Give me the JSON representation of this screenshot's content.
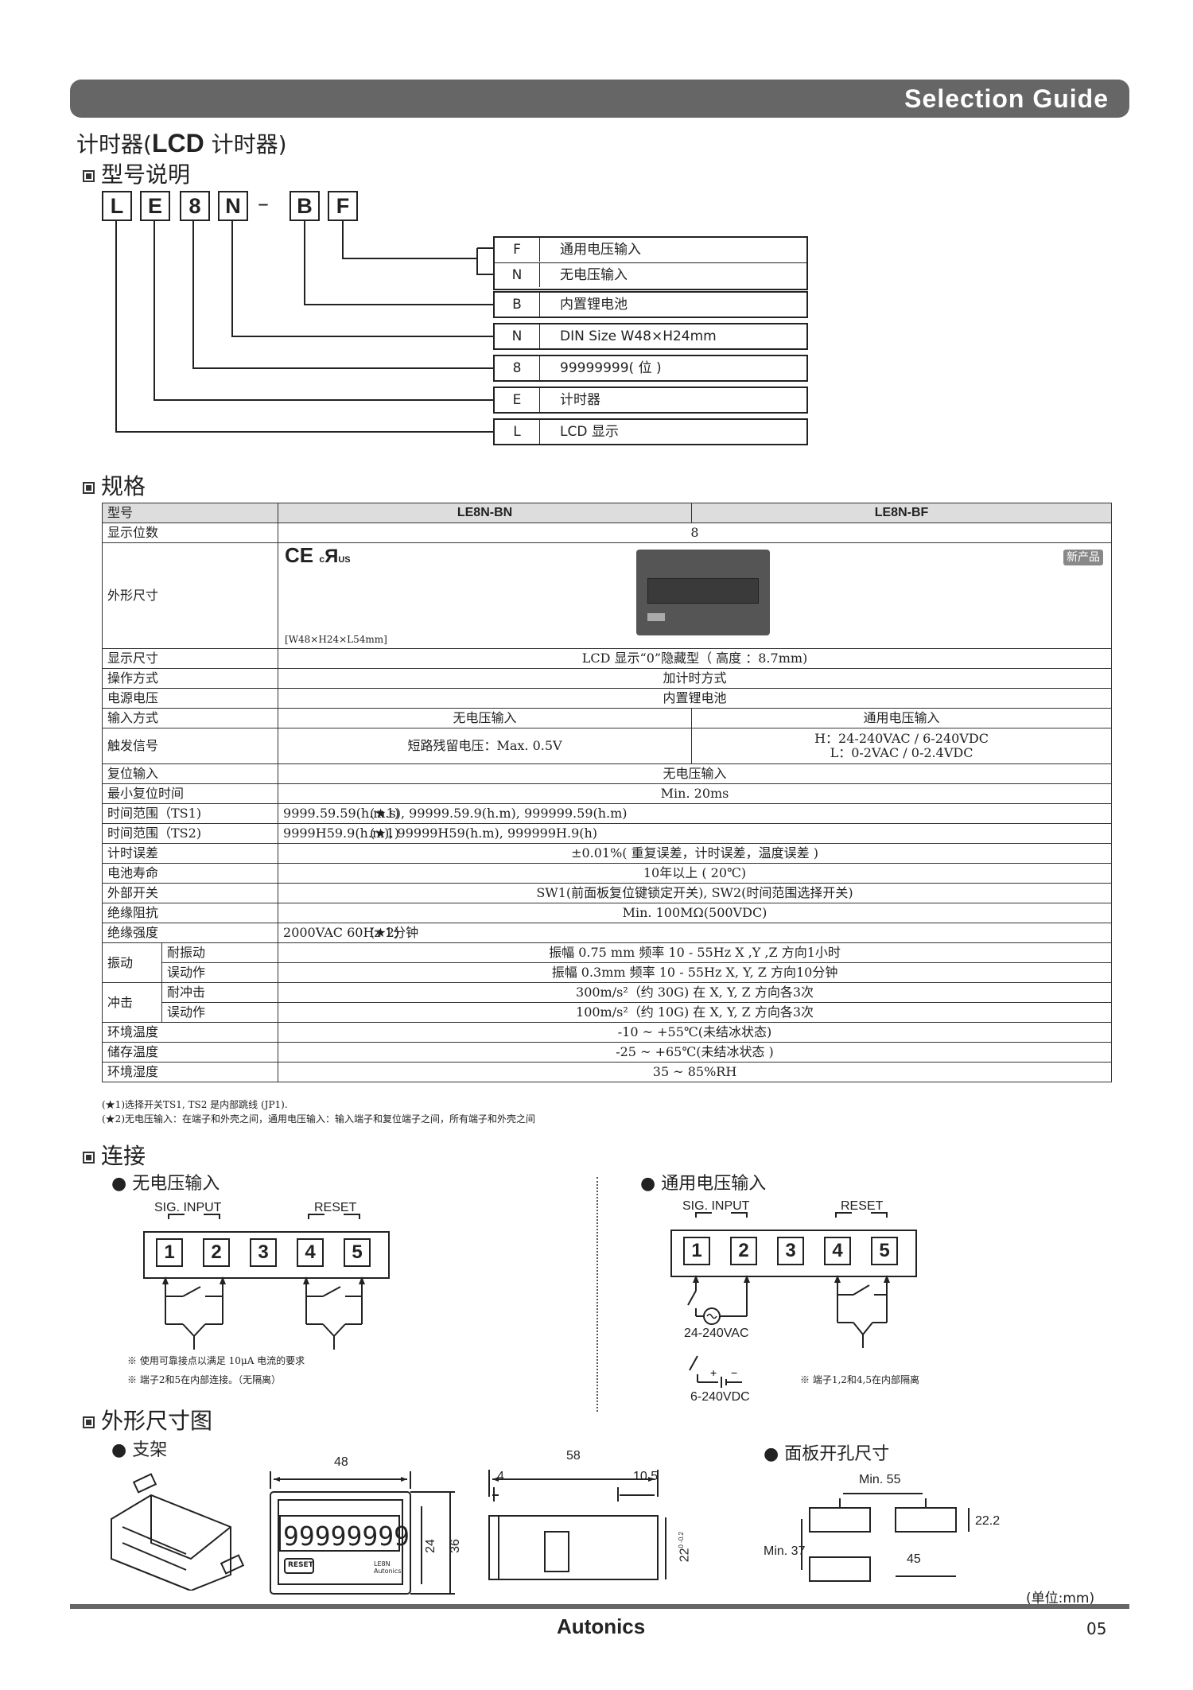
{
  "header": {
    "banner": "Selection Guide",
    "title_prefix": "计时器(",
    "title_bold": "LCD",
    "title_suffix": " 计时器)"
  },
  "model_section": {
    "heading": "型号说明",
    "code": [
      "L",
      "E",
      "8",
      "N",
      "B",
      "F"
    ],
    "dash": "–",
    "rows": [
      {
        "key": "F",
        "value": "通用电压输入"
      },
      {
        "key": "N",
        "value": "无电压输入"
      },
      {
        "key": "B",
        "value": "内置锂电池"
      },
      {
        "key": "N",
        "value": "DIN Size  W48×H24mm"
      },
      {
        "key": "8",
        "value": "99999999( 位 )"
      },
      {
        "key": "E",
        "value": "计时器"
      },
      {
        "key": "L",
        "value": "LCD 显示"
      }
    ]
  },
  "spec_section": {
    "heading": "规格",
    "col_model": "型号",
    "model_bn": "LE8N-BN",
    "model_bf": "LE8N-BF",
    "rows": {
      "digits_label": "显示位数",
      "digits": "8",
      "size_label": "外形尺寸",
      "cert_ce": "CE",
      "cert_ul": "c",
      "cert_ul2": "US",
      "dim_note": "[W48×H24×L54mm]",
      "new_badge": "新产品",
      "disp_size_label": "显示尺寸",
      "disp_size": "LCD 显示“0”隐藏型（ 高度 ：8.7mm)",
      "op_label": "操作方式",
      "op": "加计时方式",
      "power_label": "电源电压",
      "power": "内置锂电池",
      "input_label": "输入方式",
      "input_bn": "无电压输入",
      "input_bf": "通用电压输入",
      "trig_label": "触发信号",
      "trig_bn": "短路残留电压：Max. 0.5V",
      "trig_bf_h": "H：24-240VAC / 6-240VDC",
      "trig_bf_l": "L：0-2VAC / 0-2.4VDC",
      "reset_label": "复位输入",
      "reset": "无电压输入",
      "minreset_label": "最小复位时间",
      "minreset": "Min. 20ms",
      "ts1_label": "时间范围（TS1)",
      "ts1_mark": "(★1)",
      "ts1": "9999.59.59(h.m.s), 99999.59.9(h.m), 999999.59(h.m)",
      "ts2_label": "时间范围（TS2)",
      "ts2_mark": "(★1)",
      "ts2": "9999H59.9(h.m), 99999H59(h.m), 999999H.9(h)",
      "err_label": "计时误差",
      "err": "±0.01%( 重复误差，计时误差，温度误差 )",
      "batt_label": "电池寿命",
      "batt": "10年以上 ( 20℃)",
      "sw_label": "外部开关",
      "sw": "SW1(前面板复位键锁定开关), SW2(时间范围选择开关)",
      "ins_label": "绝缘阻抗",
      "ins": "Min. 100MΩ(500VDC)",
      "diel_label": "绝缘强度",
      "diel_mark": "(★2)",
      "diel": "2000VAC 60Hz 1分钟",
      "vib_label": "振动",
      "vib1_label": "耐振动",
      "vib1": "振幅 0.75 mm   频率 10 - 55Hz   X ,Y ,Z  方向1小时",
      "vib2_label": "误动作",
      "vib2": "振幅  0.3mm     频率 10 - 55Hz     X, Y, Z    方向10分钟",
      "shock_label": "冲击",
      "shock1_label": "耐冲击",
      "shock1": "300m/s²（约 30G)       在 X, Y, Z  方向各3次",
      "shock2_label": "误动作",
      "shock2": "100m/s²（约 10G)       在 X, Y, Z  方向各3次",
      "temp_label": "环境温度",
      "temp": "-10 ~ +55℃(未结冰状态)",
      "stor_label": "储存温度",
      "stor": "-25 ~ +65℃(未结冰状态 )",
      "hum_label": "环境湿度",
      "hum": "35 ~ 85%RH"
    },
    "note1": "(★1)选择开关TS1, TS2  是内部跳线 (JP1).",
    "note2": "(★2)无电压输入：在端子和外壳之间，通用电压输入：输入端子和复位端子之间，所有端子和外壳之间"
  },
  "connection": {
    "heading": "连接",
    "left_title": "● 无电压输入",
    "right_title": "● 通用电压输入",
    "sig_input": "SIG. INPUT",
    "reset": "RESET",
    "terminals": [
      "1",
      "2",
      "3",
      "4",
      "5"
    ],
    "ac_label": "24-240VAC",
    "dc_label": "6-240VDC",
    "left_note1": "※  使用可靠接点以满足 10μA  电流的要求",
    "left_note2": "※  端子2和5在内部连接。（无隔离）",
    "right_note": "※  端子1,2和4,5在内部隔离"
  },
  "dimensions": {
    "heading": "外形尺寸图",
    "bracket": "● 支架",
    "panel_cut": "● 面板开孔尺寸",
    "d48": "48",
    "d58": "58",
    "d4": "4",
    "d10_5": "10.5",
    "d24": "24",
    "d36": "36",
    "d22": "22",
    "d22_tol": "0 -0.2",
    "min55": "Min. 55",
    "min37": "Min. 37",
    "d22_2": "22.2",
    "d45": "45",
    "lcd": "99999999",
    "reset_btn": "RESET",
    "brand_small": "LE8N\nAutonics",
    "unit": "(单位:mm)"
  },
  "footer": {
    "brand": "Autonics",
    "page": "05"
  }
}
